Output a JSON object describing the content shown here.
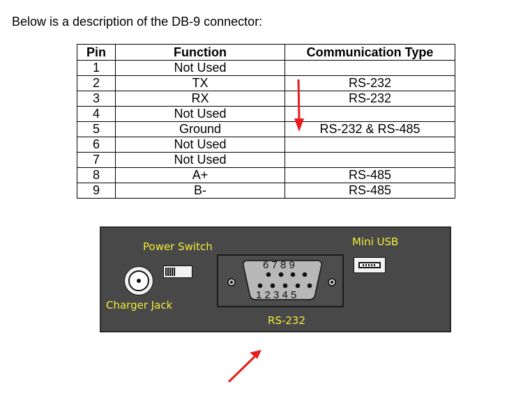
{
  "intro": "Below is a description of the DB-9 connector:",
  "table": {
    "headers": [
      "Pin",
      "Function",
      "Communication Type"
    ],
    "rows": [
      [
        "1",
        "Not Used",
        ""
      ],
      [
        "2",
        "TX",
        "RS-232"
      ],
      [
        "3",
        "RX",
        "RS-232"
      ],
      [
        "4",
        "Not Used",
        ""
      ],
      [
        "5",
        "Ground",
        "RS-232 & RS-485"
      ],
      [
        "6",
        "Not Used",
        ""
      ],
      [
        "7",
        "Not Used",
        ""
      ],
      [
        "8",
        "A+",
        "RS-485"
      ],
      [
        "9",
        "B-",
        "RS-485"
      ]
    ]
  },
  "panel": {
    "power_switch_label": "Power Switch",
    "charger_jack_label": "Charger Jack",
    "mini_usb_label": "Mini USB",
    "connector_label": "RS-232",
    "top_pin_numbers": "6 7 8 9",
    "bottom_pin_numbers": "1 2 3 4 5",
    "label_color": "#f2ee3a",
    "panel_color": "#484848"
  },
  "annotations": {
    "arrow_color": "#e81c1c",
    "arrow_icon": "red-arrow-icon"
  }
}
